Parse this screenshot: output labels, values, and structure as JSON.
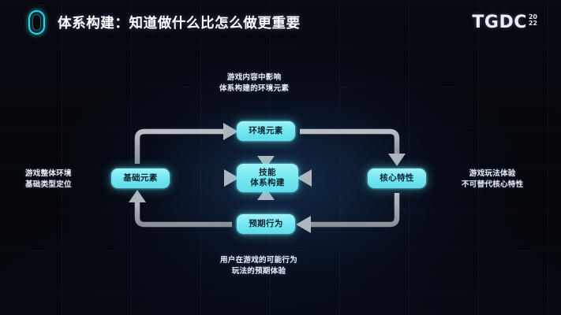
{
  "header": {
    "title": "体系构建：知道做什么比怎么做更重要",
    "logo_icon": "pill-outline-logo-icon",
    "brand": {
      "word": "TGDC",
      "year_top": "20",
      "year_bottom": "22"
    }
  },
  "diagram": {
    "nodes": {
      "environment": {
        "label": "环境元素"
      },
      "core_system": {
        "line1": "技能",
        "line2": "体系构建"
      },
      "basic": {
        "label": "基础元素"
      },
      "feature": {
        "label": "核心特性"
      },
      "behavior": {
        "label": "预期行为"
      }
    },
    "captions": {
      "top": {
        "line1": "游戏内容中影响",
        "line2": "体系构建的环境元素"
      },
      "left": {
        "line1": "游戏整体环境",
        "line2": "基础类型定位"
      },
      "right": {
        "line1": "游戏玩法体验",
        "line2": "不可替代核心特性"
      },
      "bottom": {
        "line1": "用户在游戏的可能行为",
        "line2": "玩法的预期体验"
      }
    },
    "connectors": [
      {
        "name": "basic-to-environment",
        "style": "elbow-up-right"
      },
      {
        "name": "basic-to-core",
        "style": "straight-right"
      },
      {
        "name": "environment-to-core",
        "style": "straight-down"
      },
      {
        "name": "environment-to-feature",
        "style": "elbow-right-down"
      },
      {
        "name": "feature-to-core",
        "style": "straight-left"
      },
      {
        "name": "feature-to-behavior",
        "style": "elbow-down-left"
      },
      {
        "name": "behavior-to-core",
        "style": "straight-up"
      },
      {
        "name": "behavior-to-basic",
        "style": "elbow-left-up"
      }
    ]
  },
  "colors": {
    "background": "#05070d",
    "node_fill": "#76e8f2",
    "node_text": "#0a2430",
    "accent": "#2ad9e8",
    "connector": "#9aa0a8",
    "title_text": "#ffffff"
  }
}
